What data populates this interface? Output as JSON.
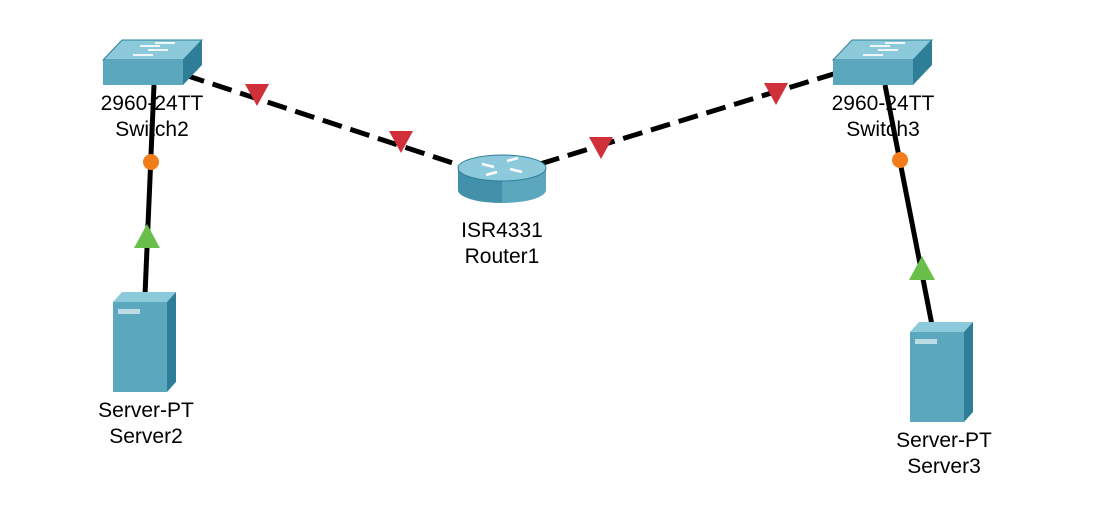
{
  "colors": {
    "link": "#000000",
    "link_down_marker": "#d0303a",
    "link_up_marker": "#6abf4b",
    "link_negotiating_marker": "#f07c1a",
    "device_face": "#5aa7be",
    "device_side": "#2f7e98",
    "device_top": "#8cc9da"
  },
  "devices": {
    "switch2": {
      "model": "2960-24TT",
      "name": "Switch2",
      "icon": "switch-icon"
    },
    "switch3": {
      "model": "2960-24TT",
      "name": "Switch3",
      "icon": "switch-icon"
    },
    "router1": {
      "model": "ISR4331",
      "name": "Router1",
      "icon": "router-icon"
    },
    "server2": {
      "model": "Server-PT",
      "name": "Server2",
      "icon": "server-icon"
    },
    "server3": {
      "model": "Server-PT",
      "name": "Server3",
      "icon": "server-icon"
    }
  },
  "links": [
    {
      "from": "switch2",
      "to": "router1",
      "cable": "dashed",
      "from_status": "down",
      "to_status": "down"
    },
    {
      "from": "router1",
      "to": "switch3",
      "cable": "dashed",
      "from_status": "down",
      "to_status": "down"
    },
    {
      "from": "switch2",
      "to": "server2",
      "cable": "solid",
      "from_status": "negotiating",
      "to_status": "up"
    },
    {
      "from": "switch3",
      "to": "server3",
      "cable": "solid",
      "from_status": "negotiating",
      "to_status": "up"
    }
  ]
}
